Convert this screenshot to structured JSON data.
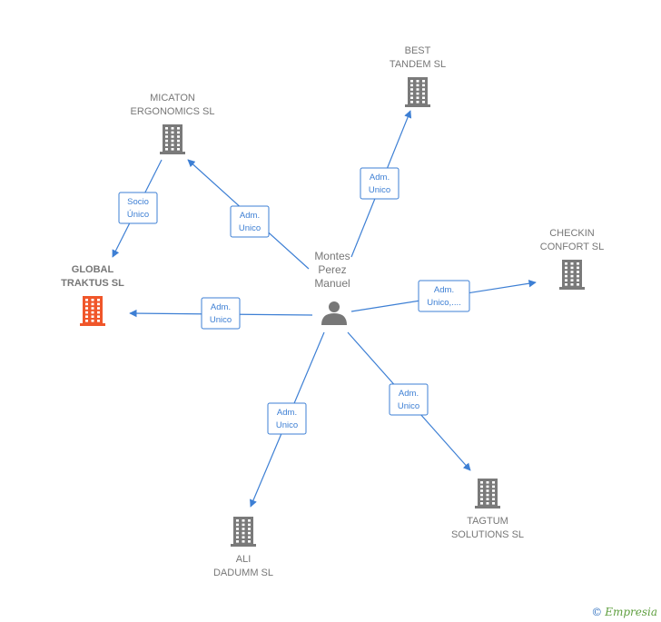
{
  "center_person": {
    "lines": [
      "Montes",
      "Perez",
      "Manuel"
    ],
    "icon": "person-icon"
  },
  "companies": [
    {
      "id": "micaton",
      "lines": [
        "MICATON",
        "ERGONOMICS SL"
      ],
      "highlight": false,
      "icon": "building-icon"
    },
    {
      "id": "best-tandem",
      "lines": [
        "BEST",
        "TANDEM SL"
      ],
      "highlight": false,
      "icon": "building-icon"
    },
    {
      "id": "checkin-confort",
      "lines": [
        "CHECKIN",
        "CONFORT  SL"
      ],
      "highlight": false,
      "icon": "building-icon"
    },
    {
      "id": "global-traktus",
      "lines": [
        "GLOBAL",
        "TRAKTUS  SL"
      ],
      "highlight": true,
      "icon": "building-icon"
    },
    {
      "id": "tagtum",
      "lines": [
        "TAGTUM",
        "SOLUTIONS SL"
      ],
      "highlight": false,
      "icon": "building-icon"
    },
    {
      "id": "ali-dadumm",
      "lines": [
        "ALI",
        "DADUMM SL"
      ],
      "highlight": false,
      "icon": "building-icon"
    }
  ],
  "edges": [
    {
      "from": "person",
      "to": "micaton",
      "label": [
        "Adm.",
        "Unico"
      ]
    },
    {
      "from": "person",
      "to": "best-tandem",
      "label": [
        "Adm.",
        "Unico"
      ]
    },
    {
      "from": "person",
      "to": "checkin-confort",
      "label": [
        "Adm.",
        "Unico,...."
      ]
    },
    {
      "from": "person",
      "to": "global-traktus",
      "label": [
        "Adm.",
        "Unico"
      ]
    },
    {
      "from": "person",
      "to": "tagtum",
      "label": [
        "Adm.",
        "Unico"
      ]
    },
    {
      "from": "person",
      "to": "ali-dadumm",
      "label": [
        "Adm.",
        "Unico"
      ]
    },
    {
      "from": "micaton",
      "to": "global-traktus",
      "label": [
        "Socio",
        "Único"
      ]
    }
  ],
  "colors": {
    "edge": "#3d7fd4",
    "building": "#7a7a7a",
    "highlight_building": "#f0562a",
    "label_text": "#777777"
  },
  "footer": {
    "copyright_symbol": "©",
    "brand": "Empresia"
  }
}
